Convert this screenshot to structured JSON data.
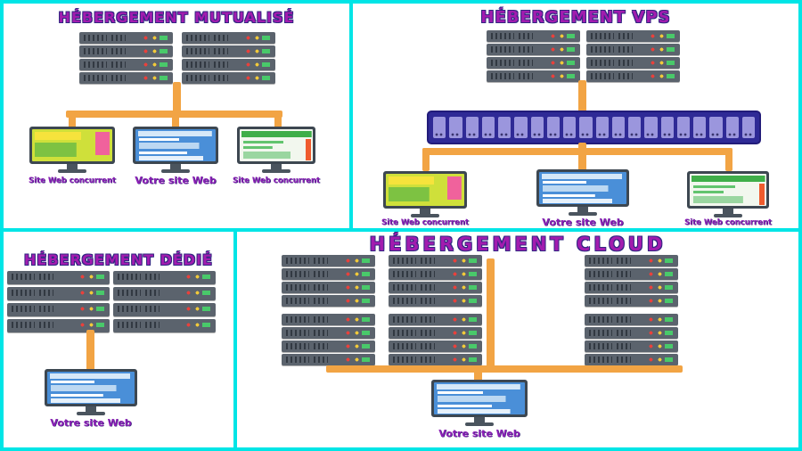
{
  "colors": {
    "background_border": "#00e5e6",
    "panel_background": "#ffffff",
    "pipe_orange": "#f2a444",
    "title_purple": "#a21caf",
    "label_purple": "#8b1fb5",
    "server_body": "#5b636d",
    "vps_bar": "#2f2a96",
    "monitor_frame": "#3d4751"
  },
  "panels": {
    "mutualise": {
      "title": "HÉBERGEMENT MUTUALISÉ",
      "monitors": [
        {
          "label": "Site Web concurrent"
        },
        {
          "label": "Votre site Web"
        },
        {
          "label": "Site Web concurrent"
        }
      ]
    },
    "vps": {
      "title": "HÉBERGEMENT VPS",
      "monitors": [
        {
          "label": "Site Web concurrent"
        },
        {
          "label": "Votre site Web"
        },
        {
          "label": "Site Web concurrent"
        }
      ]
    },
    "dedie": {
      "title": "HÉBERGEMENT DÉDIÉ",
      "monitors": [
        {
          "label": "Votre site Web"
        }
      ]
    },
    "cloud": {
      "title": "HÉBERGEMENT CLOUD",
      "monitors": [
        {
          "label": "Votre site Web"
        }
      ]
    }
  }
}
